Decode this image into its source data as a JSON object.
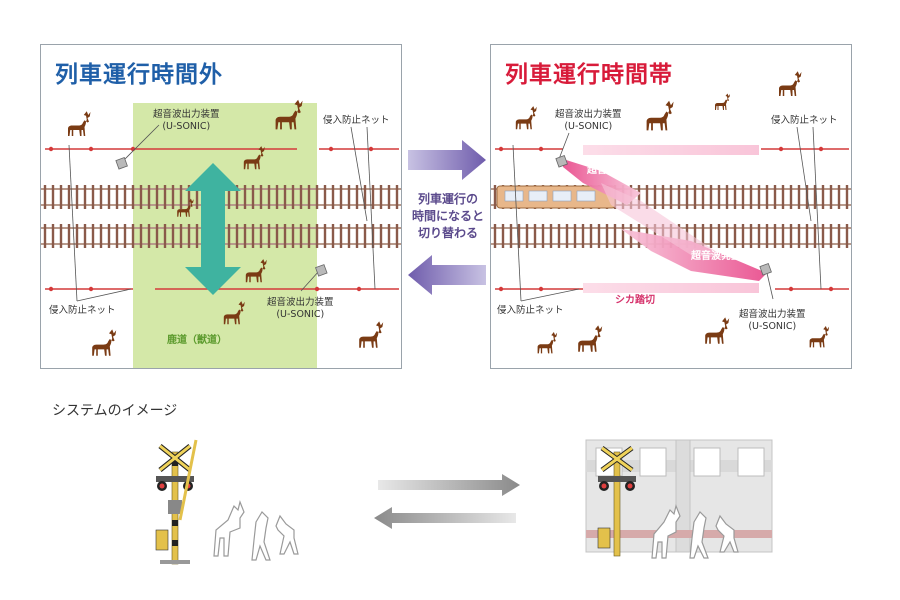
{
  "left_panel": {
    "title": "列車運行時間外",
    "device_top": [
      "超音波出力装置",
      "(U-SONIC)"
    ],
    "device_bottom": [
      "超音波出力装置",
      "(U-SONIC)"
    ],
    "net_top_right": "侵入防止ネット",
    "net_bottom_left": "侵入防止ネット",
    "path_label": "鹿道（獣道）"
  },
  "right_panel": {
    "title": "列車運行時間帯",
    "device_top": [
      "超音波出力装置",
      "(U-SONIC)"
    ],
    "device_bottom": [
      "超音波出力装置",
      "(U-SONIC)"
    ],
    "net_top_right": "侵入防止ネット",
    "net_bottom_left": "侵入防止ネット",
    "wave_top": "超音波発生",
    "wave_bottom": "超音波発生",
    "crossing_label": "シカ踏切"
  },
  "middle_text": [
    "列車運行の",
    "時間になると",
    "切り替わる"
  ],
  "section_title": "システムのイメージ",
  "colors": {
    "title_left": "#1f5fa8",
    "title_right": "#d81b3a",
    "arrow_purple": "#7b68b3",
    "net_red": "#d43a3a",
    "deer_brown": "#7a3b14",
    "path_green": "#d4e8a8",
    "teal_arrow": "#3fb3a0",
    "rail_brown": "#8a5a4a",
    "pink_wave": "#ec5b95"
  }
}
